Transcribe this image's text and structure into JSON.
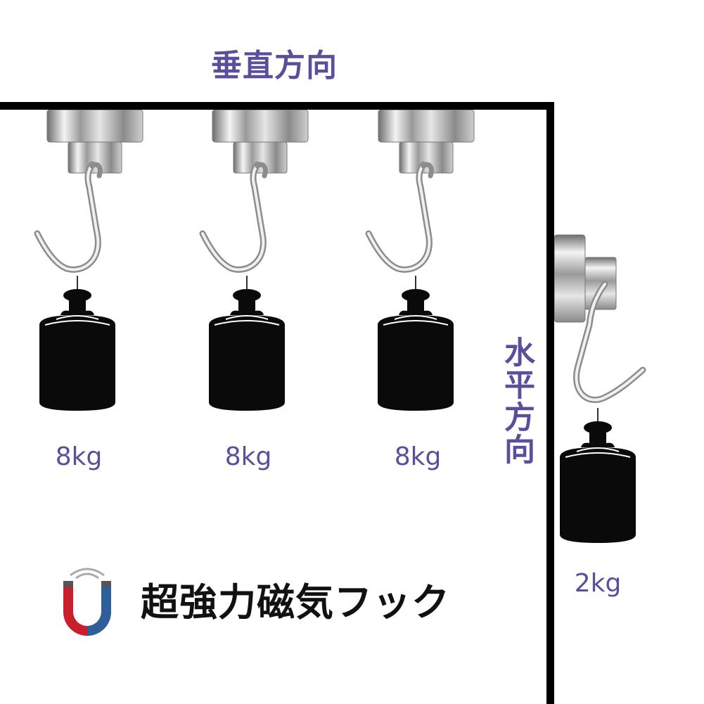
{
  "labels": {
    "vertical_direction": "垂直方向",
    "horizontal_direction": "水平方向"
  },
  "weights": [
    {
      "label": "8kg"
    },
    {
      "label": "8kg"
    },
    {
      "label": "8kg"
    },
    {
      "label": "2kg"
    }
  ],
  "product_title": "超強力磁気フック",
  "icons": {
    "magnet": "magnet-icon",
    "hook": "hook-icon",
    "weight": "weight-icon"
  },
  "colors": {
    "accent_text": "#5b4e9a",
    "magnet_red": "#c8202a",
    "magnet_blue": "#2f5f9a",
    "wall": "#000000"
  }
}
